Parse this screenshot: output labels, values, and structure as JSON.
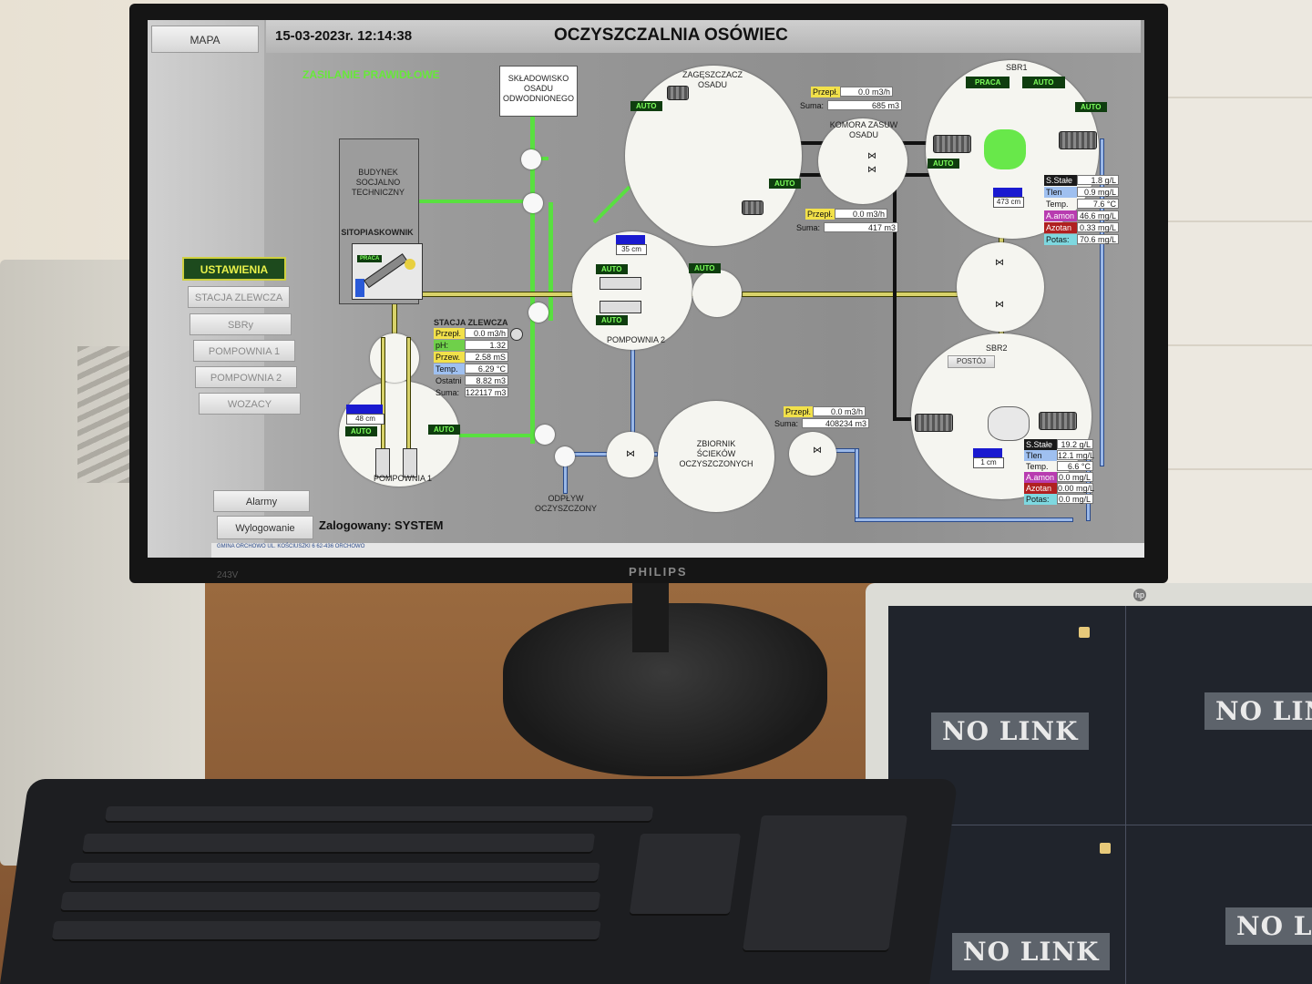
{
  "scada": {
    "sidebar": {
      "map_label": "MAPA",
      "settings_label": "USTAWIENIA",
      "nav": [
        "STACJA ZLEWCZA",
        "SBRy",
        "POMPOWNIA 1",
        "POMPOWNIA 2",
        "WOZACY"
      ],
      "alarms_label": "Alarmy",
      "logout_label": "Wylogowanie"
    },
    "header": {
      "datetime": "15-03-2023r.  12:14:38",
      "title": "OCZYSZCZALNIA OSÓWIEC"
    },
    "power_status": "ZASILANIE PRAWIDŁOWE",
    "logged_in": "Zalogowany: SYSTEM",
    "footer_text": "GMINA ORCHOWO  UL. KOŚCIUSZKI 6  62-436 ORCHOWO",
    "labels": {
      "skladowisko": "SKŁADOWISKO OSADU ODWODNIONEGO",
      "budynek": "BUDYNEK SOCJALNO TECHNICZNY",
      "sitopiaskownik": "SITOPIASKOWNIK",
      "praca_small": "PRACA",
      "zageszczacz": "ZAGĘSZCZACZ OSADU",
      "komora": "KOMORA ZASUW OSADU",
      "sbr1": "SBR1",
      "sbr2": "SBR2",
      "postoj": "POSTÓJ",
      "pompownia1": "POMPOWNIA 1",
      "pompownia2": "POMPOWNIA 2",
      "stacja_zlewcza": "STACJA ZLEWCZA",
      "zbiornik": "ZBIORNIK ŚCIEKÓW OCZYSZCZONYCH",
      "odplyw": "ODPŁYW OCZYSZCZONY",
      "praca": "PRACA",
      "auto": "AUTO"
    },
    "levels": {
      "pompownia1": "48 cm",
      "pompownia2": "35 cm",
      "sbr1": "473 cm",
      "sbr2": "1 cm"
    },
    "zageszczacz_flow": {
      "przepl_label": "Przepł.",
      "przepl": "0.0 m3/h",
      "suma_label": "Suma:",
      "suma": "685 m3"
    },
    "komora_flow": {
      "przepl_label": "Przepł.",
      "przepl": "0.0 m3/h",
      "suma_label": "Suma:",
      "suma": "417 m3"
    },
    "zbiornik_flow": {
      "przepl_label": "Przepł.",
      "przepl": "0.0 m3/h",
      "suma_label": "Suma:",
      "suma": "408234 m3"
    },
    "stacja": {
      "title": "STACJA ZLEWCZA",
      "rows": [
        {
          "k": "Przepł.",
          "v": "0.0 m3/h"
        },
        {
          "k": "pH:",
          "v": "1.32"
        },
        {
          "k": "Przew.",
          "v": "2.58 mS"
        },
        {
          "k": "Temp.",
          "v": "6.29 °C"
        },
        {
          "k": "Ostatni",
          "v": "8.82 m3"
        },
        {
          "k": "Suma:",
          "v": "122117 m3"
        }
      ]
    },
    "sbr1_params": [
      {
        "k": "S.Stałe",
        "v": "1.8 g/L"
      },
      {
        "k": "Tlen",
        "v": "0.9 mg/L"
      },
      {
        "k": "Temp.",
        "v": "7.6 °C"
      },
      {
        "k": "A.amon",
        "v": "46.6 mg/L"
      },
      {
        "k": "Azotan",
        "v": "0.33 mg/L"
      },
      {
        "k": "Potas:",
        "v": "70.6 mg/L"
      }
    ],
    "sbr2_params": [
      {
        "k": "S.Stałe",
        "v": "19.2 g/L"
      },
      {
        "k": "Tlen",
        "v": "12.1 mg/L"
      },
      {
        "k": "Temp.",
        "v": "6.6 °C"
      },
      {
        "k": "A.amon",
        "v": "0.0 mg/L"
      },
      {
        "k": "Azotan",
        "v": "0.00 mg/L"
      },
      {
        "k": "Potas:",
        "v": "0.0 mg/L"
      }
    ]
  },
  "monitor": {
    "brand": "PHILIPS",
    "model": "243V"
  },
  "hp_monitor": {
    "cameras": [
      "NO LINK",
      "NO LINK",
      "NO LINK",
      "NO LINK"
    ]
  },
  "colors": {
    "auto_text": "#7dff5c",
    "pipe_green": "#59e040",
    "pipe_yellow": "#d8d26a",
    "pipe_blue": "#9ab8e8"
  }
}
